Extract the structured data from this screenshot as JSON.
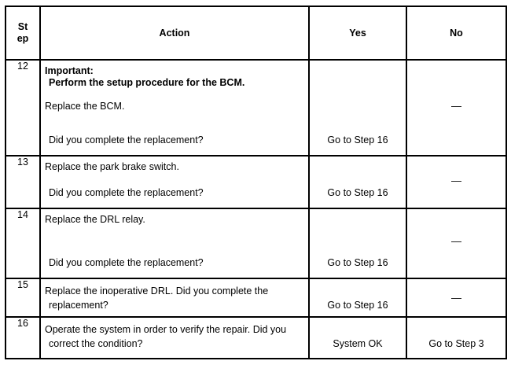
{
  "table": {
    "columns": [
      {
        "key": "step",
        "label": "St\nep"
      },
      {
        "key": "action",
        "label": "Action"
      },
      {
        "key": "yes",
        "label": "Yes"
      },
      {
        "key": "no",
        "label": "No"
      }
    ],
    "header": {
      "step": "St ep",
      "step_line1": "St",
      "step_line2": "ep",
      "action": "Action",
      "yes": "Yes",
      "no": "No"
    },
    "rows": [
      {
        "step": "12",
        "action_lines": [
          "Important:",
          "Perform the setup procedure for the BCM.",
          "Replace the BCM.",
          "Did you complete the replacement?"
        ],
        "yes": "Go to Step 16",
        "no": "—"
      },
      {
        "step": "13",
        "action_lines": [
          "Replace the park brake switch.",
          "Did you complete the replacement?"
        ],
        "yes": "Go to Step 16",
        "no": "—"
      },
      {
        "step": "14",
        "action_lines": [
          "Replace the DRL relay.",
          "Did you complete the replacement?"
        ],
        "yes": "Go to Step 16",
        "no": "—"
      },
      {
        "step": "15",
        "action_lines": [
          "Replace the inoperative DRL. Did you complete the",
          "replacement?"
        ],
        "yes": "Go to Step 16",
        "no": "—"
      },
      {
        "step": "16",
        "action_lines": [
          "Operate the system in order to verify the repair. Did you",
          "correct the condition?"
        ],
        "yes": "System OK",
        "no": "Go to Step 3"
      }
    ]
  },
  "colors": {
    "border": "#000000",
    "background": "#ffffff",
    "text": "#000000"
  }
}
